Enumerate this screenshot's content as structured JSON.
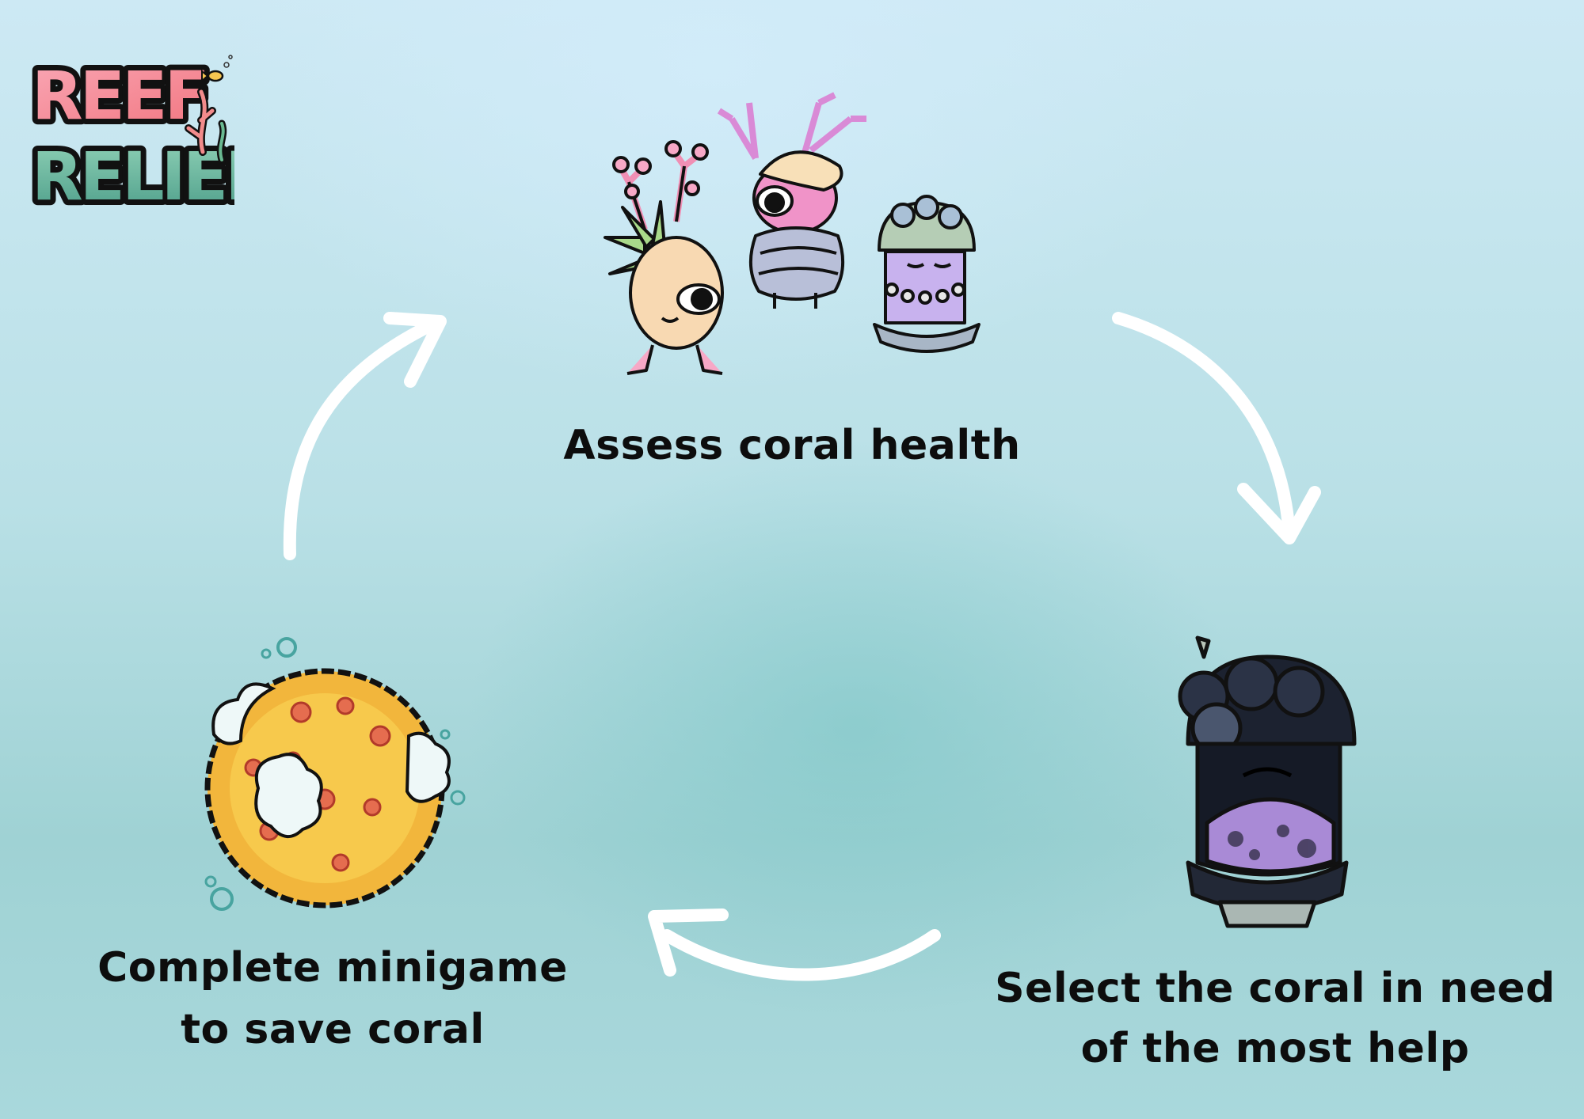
{
  "logo": {
    "line1": "REEF",
    "line2": "RELIEF"
  },
  "steps": [
    {
      "label": "Assess coral health"
    },
    {
      "label_line1": "Select the coral in need",
      "label_line2": "of the most help"
    },
    {
      "label_line1": "Complete minigame",
      "label_line2": "to save coral"
    }
  ],
  "colors": {
    "arrow": "#ffffff",
    "text": "#0d0d0d",
    "logo_top": "#f48aa0",
    "logo_bottom": "#5fb592"
  }
}
